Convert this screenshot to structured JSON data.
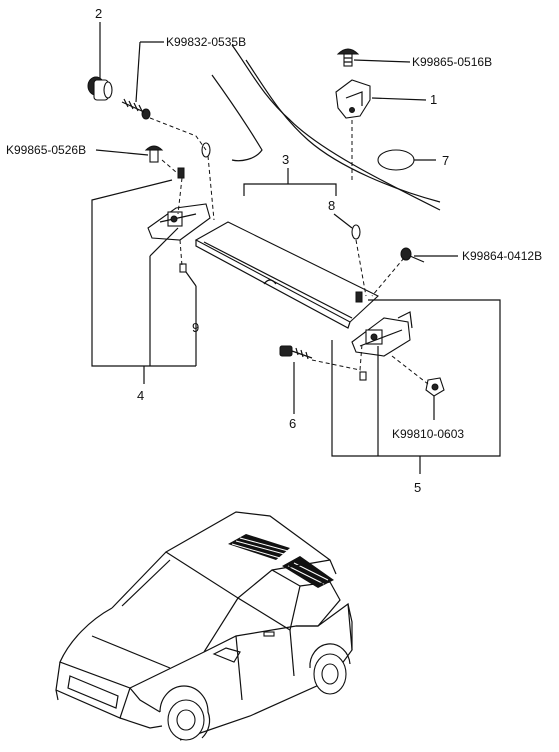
{
  "callouts": {
    "ref_1": "1",
    "ref_2": "2",
    "ref_3": "3",
    "ref_4": "4",
    "ref_5": "5",
    "ref_6": "6",
    "ref_7": "7",
    "ref_8": "8",
    "ref_9": "9"
  },
  "part_numbers": {
    "screw_top": "K99832-0535B",
    "clip_top_right": "K99865-0516B",
    "clip_left": "K99865-0526B",
    "bolt_right": "K99864-0412B",
    "nut_right": "K99810-0603"
  },
  "colors": {
    "line": "#111111",
    "background": "#ffffff"
  }
}
